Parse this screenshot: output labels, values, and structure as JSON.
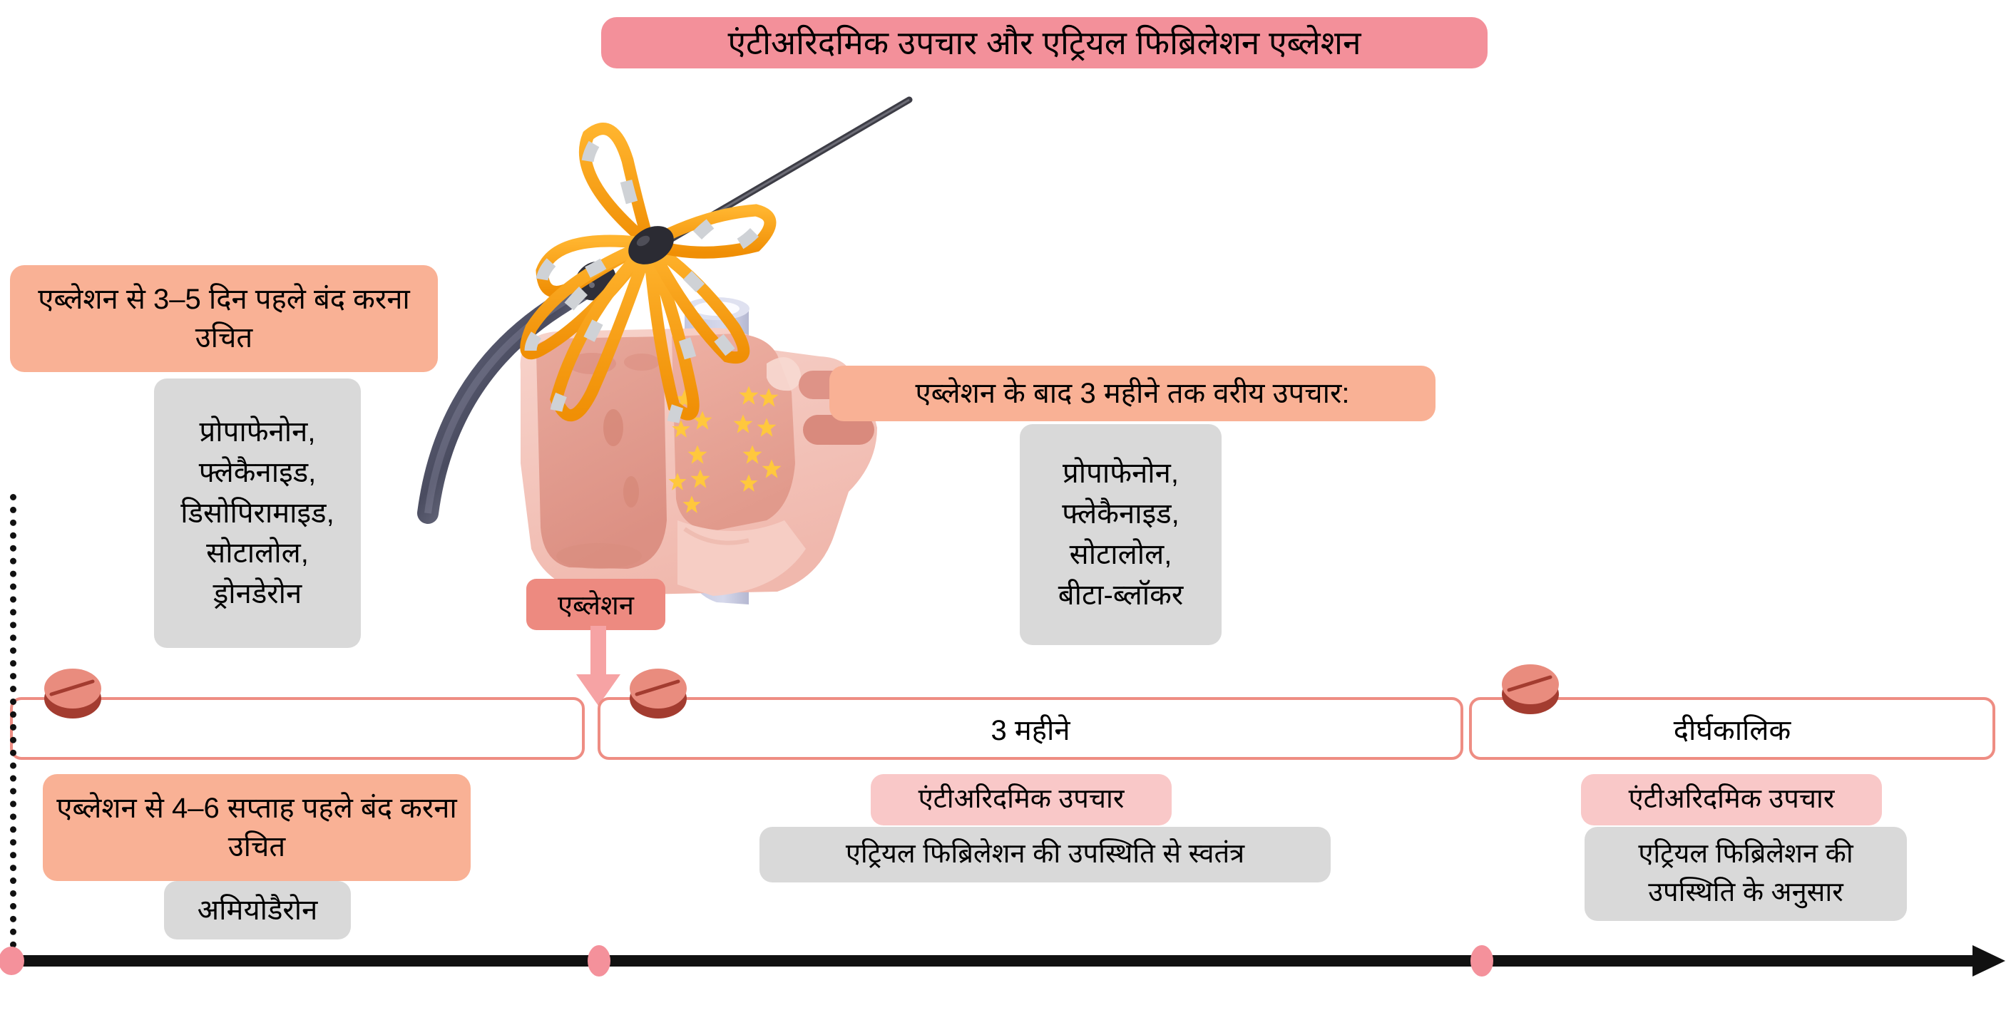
{
  "header": {
    "title": "एंटीअरिदमिक उपचार और एट्रियल फिब्रिलेशन एब्लेशन",
    "title_bg": "#F3909A"
  },
  "colors": {
    "peach": "#F9B195",
    "gray": "#D9D9D9",
    "pink": "#F9C8C8",
    "red": "#ED8A80",
    "segment_border": "#EE8D83",
    "axis": "#111111",
    "axis_dot": "#F4919B",
    "catheter_orange": "#F9A01B",
    "ablation_star": "#FFC83D"
  },
  "illustration": {
    "name": "heart-with-ablation-catheter",
    "catheter_label": "basket-ablation-catheter",
    "lesion_marker": "ablation-lesion-stars",
    "star_count": 19
  },
  "ablation_marker": {
    "label": "एब्लेशन"
  },
  "callouts": {
    "pre_ablation_days": {
      "heading": "एब्लेशन से 3–5 दिन पहले बंद करना उचित",
      "drugs": "प्रोपाफेनोन,\nफ्लेकैनाइड,\nडिसोपिरामाइड,\nसोटालोल,\nड्रोनडेरोन"
    },
    "pre_ablation_weeks": {
      "heading": "एब्लेशन से 4–6 सप्ताह पहले बंद करना उचित",
      "drugs": "अमियोडैरोन"
    },
    "post_ablation_3months": {
      "heading": "एब्लेशन के बाद 3 महीने तक वरीय उपचार:",
      "drugs": "प्रोपाफेनोन,\nफ्लेकैनाइड,\nसोटालोल,\nबीटा-ब्लॉकर"
    }
  },
  "timeline": {
    "segments": [
      {
        "label": ""
      },
      {
        "label": "3 महीने"
      },
      {
        "label": "दीर्घकालिक"
      }
    ],
    "pill_icons": [
      "tablet-pill-icon",
      "tablet-pill-icon",
      "tablet-pill-icon"
    ],
    "axis_dots": 3
  },
  "bottom_labels": {
    "middle": {
      "therapy": "एंटीअरिदमिक उपचार",
      "note": "एट्रियल फिब्रिलेशन की उपस्थिति से स्वतंत्र"
    },
    "right": {
      "therapy": "एंटीअरिदमिक उपचार",
      "note": "एट्रियल फिब्रिलेशन की\nउपस्थिति के अनुसार"
    }
  }
}
